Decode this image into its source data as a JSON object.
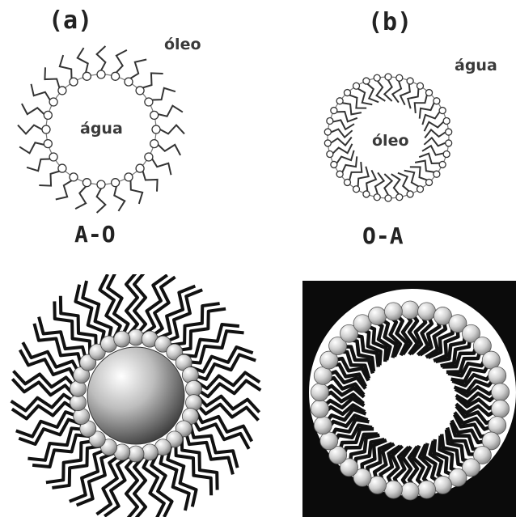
{
  "panels": {
    "a": {
      "letter": "(a)",
      "outer_medium": "óleo",
      "inner_medium": "água",
      "type_label": "A-O",
      "n_surfactants": 24
    },
    "b": {
      "letter": "(b)",
      "outer_medium": "água",
      "inner_medium": "óleo",
      "type_label": "O-A",
      "n_surfactants": 34
    }
  },
  "illustrations": {
    "reverse_micelle_3d": {
      "n_surfactants": 26,
      "core": "sphere"
    },
    "vesicle_3d": {
      "n_heads": 34,
      "background": "#0b0b0b"
    }
  }
}
